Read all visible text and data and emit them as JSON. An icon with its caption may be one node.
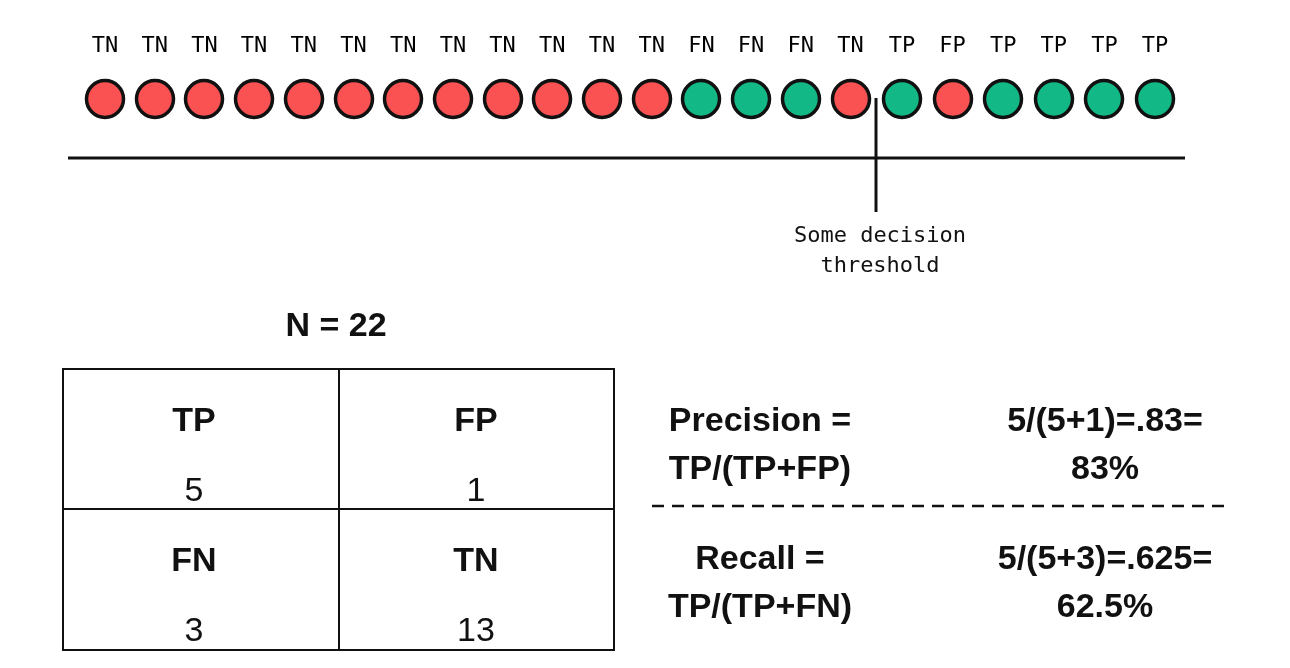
{
  "diagram": {
    "nodes": [
      {
        "text": [],
        "shape": "circle",
        "beside": [
          "TN"
        ]
      },
      {
        "text": [],
        "shape": "circle",
        "beside": [
          "TN"
        ]
      },
      {
        "text": [],
        "shape": "circle",
        "beside": [
          "TN"
        ]
      },
      {
        "text": [],
        "shape": "circle",
        "beside": [
          "TN"
        ]
      },
      {
        "text": [],
        "shape": "circle",
        "beside": [
          "TN"
        ]
      },
      {
        "text": [],
        "shape": "circle",
        "beside": [
          "TN"
        ]
      },
      {
        "text": [],
        "shape": "circle",
        "beside": [
          "TN"
        ]
      },
      {
        "text": [],
        "shape": "circle",
        "beside": [
          "TN"
        ]
      },
      {
        "text": [],
        "shape": "circle",
        "beside": [
          "TN"
        ]
      },
      {
        "text": [],
        "shape": "circle",
        "beside": [
          "TN"
        ]
      },
      {
        "text": [],
        "shape": "circle",
        "beside": [
          "TN"
        ]
      },
      {
        "text": [],
        "shape": "circle",
        "beside": [
          "TN"
        ]
      },
      {
        "text": [],
        "shape": "circle",
        "beside": [
          "FN"
        ]
      },
      {
        "text": [],
        "shape": "circle",
        "beside": [
          "FN"
        ]
      },
      {
        "text": [],
        "shape": "circle",
        "beside": [
          "FN"
        ]
      },
      {
        "text": [],
        "shape": "circle",
        "beside": [
          "TN"
        ]
      },
      {
        "text": [],
        "shape": "circle",
        "beside": [
          "TP"
        ]
      },
      {
        "text": [],
        "shape": "circle",
        "beside": [
          "FP"
        ]
      },
      {
        "text": [],
        "shape": "circle",
        "beside": [
          "TP"
        ]
      },
      {
        "text": [],
        "shape": "circle",
        "beside": [
          "TP"
        ]
      },
      {
        "text": [],
        "shape": "circle",
        "beside": [
          "TP"
        ]
      },
      {
        "text": [],
        "shape": "circle",
        "beside": [
          "TP"
        ]
      }
    ],
    "labels": [
      "Some decision threshold",
      "N = 22",
      "TP",
      "5",
      "FP",
      "1",
      "FN",
      "3",
      "TN",
      "13",
      "Precision = TP/(TP+FP)",
      "5/(5+1)=.83= 83%",
      "Recall = TP/(TP+FN)",
      "5/(5+3)=.625= 62.5%"
    ]
  }
}
